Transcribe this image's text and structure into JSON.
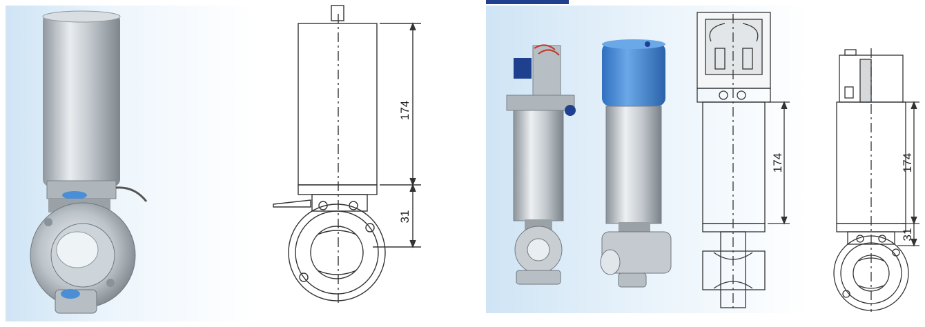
{
  "left_drawing": {
    "actuator_height": "174",
    "body_height": "31"
  },
  "right_drawing_a": {
    "actuator_height": "174"
  },
  "right_drawing_b": {
    "actuator_height": "174",
    "body_height": "31"
  },
  "colors": {
    "panel_bg": "#e4f1fb",
    "steel": "#c9ced3",
    "blue_cap": "#4a8fd6",
    "line": "#333333",
    "banner": "#1f3f8f"
  }
}
